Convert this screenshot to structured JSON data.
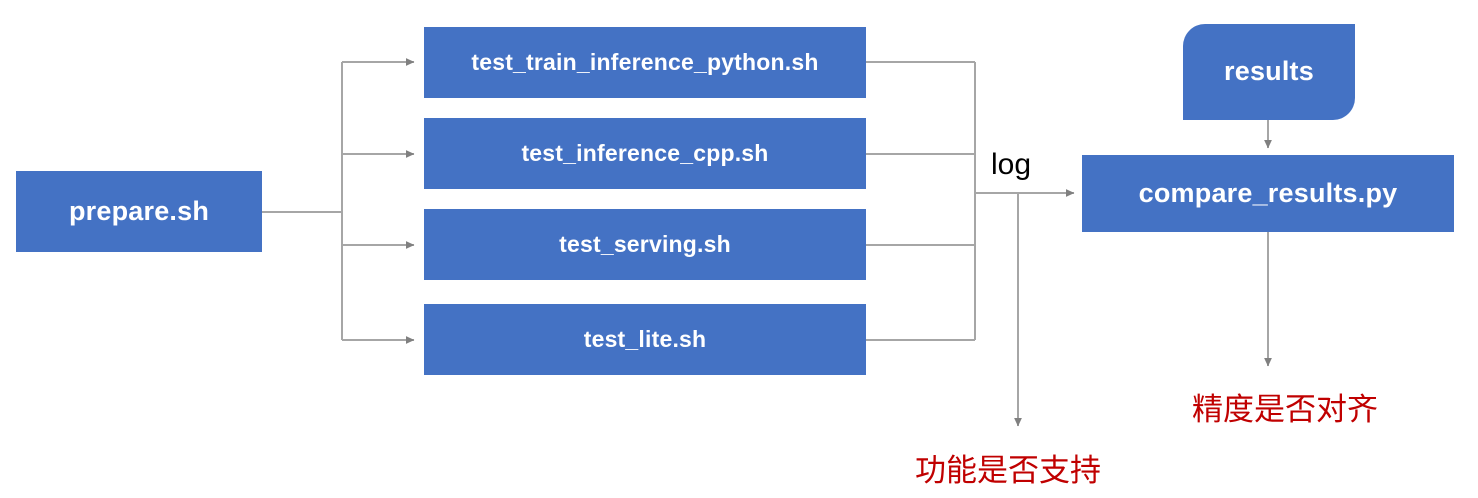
{
  "diagram": {
    "title": "test pipeline flowchart",
    "colors": {
      "node_fill": "#4472C4",
      "node_text": "#FFFFFF",
      "connector": "#A6A6A6",
      "note_text": "#C00000",
      "background": "#FFFFFF"
    },
    "nodes": {
      "prepare": {
        "label": "prepare.sh",
        "shape": "rectangle"
      },
      "test_train_inference_python": {
        "label": "test_train_inference_python.sh",
        "shape": "rectangle"
      },
      "test_inference_cpp": {
        "label": "test_inference_cpp.sh",
        "shape": "rectangle"
      },
      "test_serving": {
        "label": "test_serving.sh",
        "shape": "rectangle"
      },
      "test_lite": {
        "label": "test_lite.sh",
        "shape": "rectangle"
      },
      "results": {
        "label": "results",
        "shape": "alternate-process"
      },
      "compare_results": {
        "label": "compare_results.py",
        "shape": "rectangle"
      }
    },
    "edge_labels": {
      "log": "log"
    },
    "notes": {
      "function_support": "功能是否支持",
      "precision_aligned": "精度是否对齐"
    }
  }
}
